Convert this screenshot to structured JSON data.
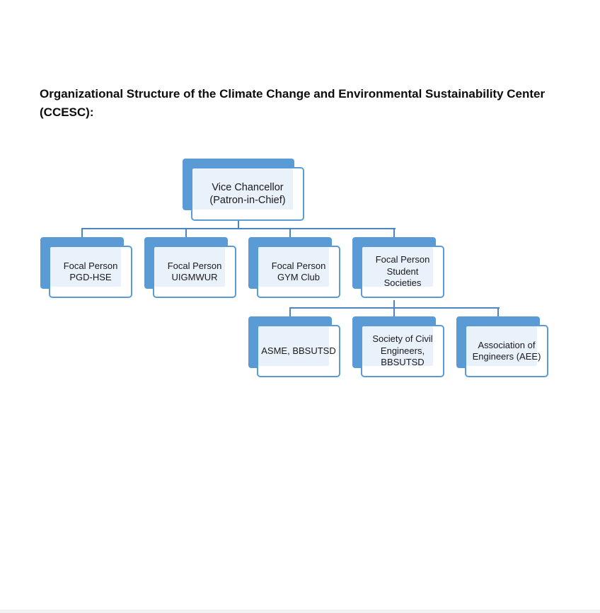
{
  "heading": "Organizational Structure of the Climate Change and Environmental Sustainability Center (CCESC):",
  "org_chart": {
    "root": {
      "line1": "Vice Chancellor",
      "line2": "(Patron-in-Chief)"
    },
    "level1": [
      {
        "line1": "Focal Person",
        "line2": "PGD-HSE"
      },
      {
        "line1": "Focal Person",
        "line2": "UIGMWUR"
      },
      {
        "line1": "Focal Person",
        "line2": "GYM Club"
      },
      {
        "line1": "Focal Person",
        "line2": "Student",
        "line3": "Societies"
      }
    ],
    "level2": [
      {
        "line1": "ASME, BBSUTSD"
      },
      {
        "line1": "Society of Civil",
        "line2": "Engineers,",
        "line3": "BBSUTSD"
      },
      {
        "line1": "Association of",
        "line2": "Engineers (AEE)"
      }
    ]
  },
  "colors": {
    "node_shadow": "#5b9bd5",
    "node_border": "#5b9bd5",
    "connector": "#4a86c0"
  }
}
